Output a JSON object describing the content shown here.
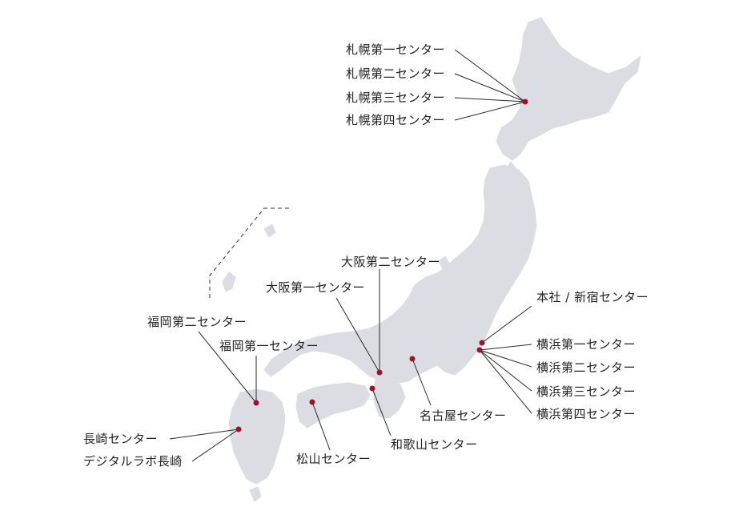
{
  "accent_color": "#a0102e",
  "land_color": "#dcdde2",
  "labels": {
    "sapporo1": "札幌第一センター",
    "sapporo2": "札幌第二センター",
    "sapporo3": "札幌第三センター",
    "sapporo4": "札幌第四センター",
    "honsha": "本社 / 新宿センター",
    "yokohama1": "横浜第一センター",
    "yokohama2": "横浜第二センター",
    "yokohama3": "横浜第三センター",
    "yokohama4": "横浜第四センター",
    "osaka2": "大阪第二センター",
    "osaka1": "大阪第一センター",
    "fukuoka2": "福岡第二センター",
    "fukuoka1": "福岡第一センター",
    "nagasaki": "長崎センター",
    "digitallab": "デジタルラボ長崎",
    "matsuyama": "松山センター",
    "wakayama": "和歌山センター",
    "nagoya": "名古屋センター"
  }
}
